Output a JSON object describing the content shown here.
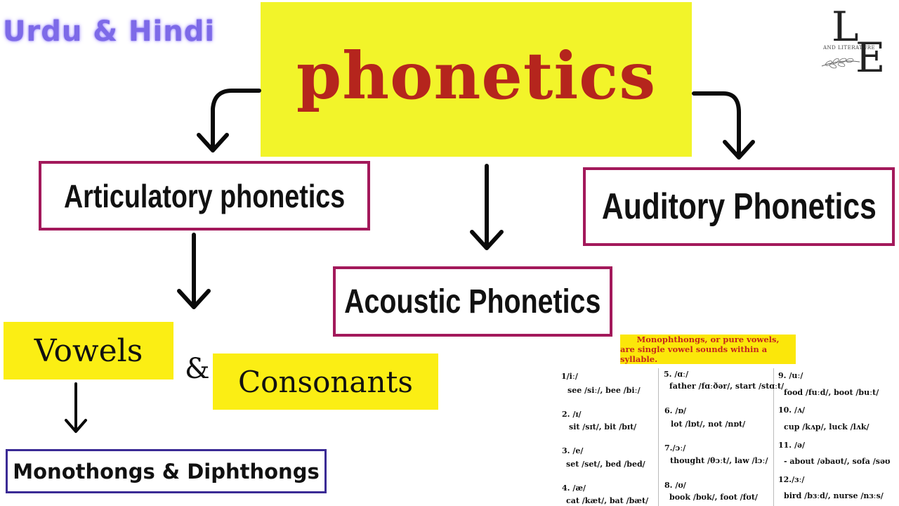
{
  "header": {
    "language_label": "Urdu &  Hindi",
    "title": "phonetics"
  },
  "branches": {
    "articulatory": "Articulatory phonetics",
    "auditory": "Auditory Phonetics",
    "acoustic": "Acoustic Phonetics"
  },
  "sub": {
    "vowels": "Vowels",
    "ampersand": "&",
    "consonants": "Consonants",
    "mono_diph": "Monothongs & Diphthongs"
  },
  "logo": {
    "letter1": "L",
    "letter2": "E",
    "tagline": "AND LITERATURE"
  },
  "vowel_chart": {
    "header_line1": "Monophthongs, or pure vowels,",
    "header_line2": "are single vowel sounds within a syllable.",
    "col1": [
      {
        "num": "1/iː/",
        "ex": "see /siː/, bee /biː/"
      },
      {
        "num": "2. /ɪ/",
        "ex": "sit /sɪt/, bit /bɪt/"
      },
      {
        "num": "3. /e/",
        "ex": "set /set/, bed /bed/"
      },
      {
        "num": "4. /æ/",
        "ex": "cat /kæt/, bat /bæt/"
      }
    ],
    "col2": [
      {
        "num": "5. /ɑː/",
        "ex": "father /fɑːðər/, start /stɑːt/"
      },
      {
        "num": "6. /ɒ/",
        "ex": "lot /lɒt/, not /nɒt/"
      },
      {
        "num": "7./ɔː/",
        "ex": "thought /θɔːt/, law /lɔː/"
      },
      {
        "num": "8. /ʊ/",
        "ex": "book /bʊk/, foot /fʊt/"
      }
    ],
    "col3": [
      {
        "num": "9. /uː/",
        "ex": "food /fuːd/, boot /buːt/"
      },
      {
        "num": "10. /ʌ/",
        "ex": "cup /kʌp/, luck /lʌk/"
      },
      {
        "num": "11. /ə/",
        "ex": "- about /əbaʊt/, sofa /səʊ"
      },
      {
        "num": "12./ɜː/",
        "ex": "bird /bɜːd/, nurse /nɜːs/"
      }
    ]
  },
  "colors": {
    "title_bg": "#f2f42a",
    "title_text": "#b5251d",
    "branch_border": "#a3195b",
    "sub_bg": "#fbee14",
    "mono_border": "#3b2b95",
    "lang_text": "#7d6ae8"
  }
}
